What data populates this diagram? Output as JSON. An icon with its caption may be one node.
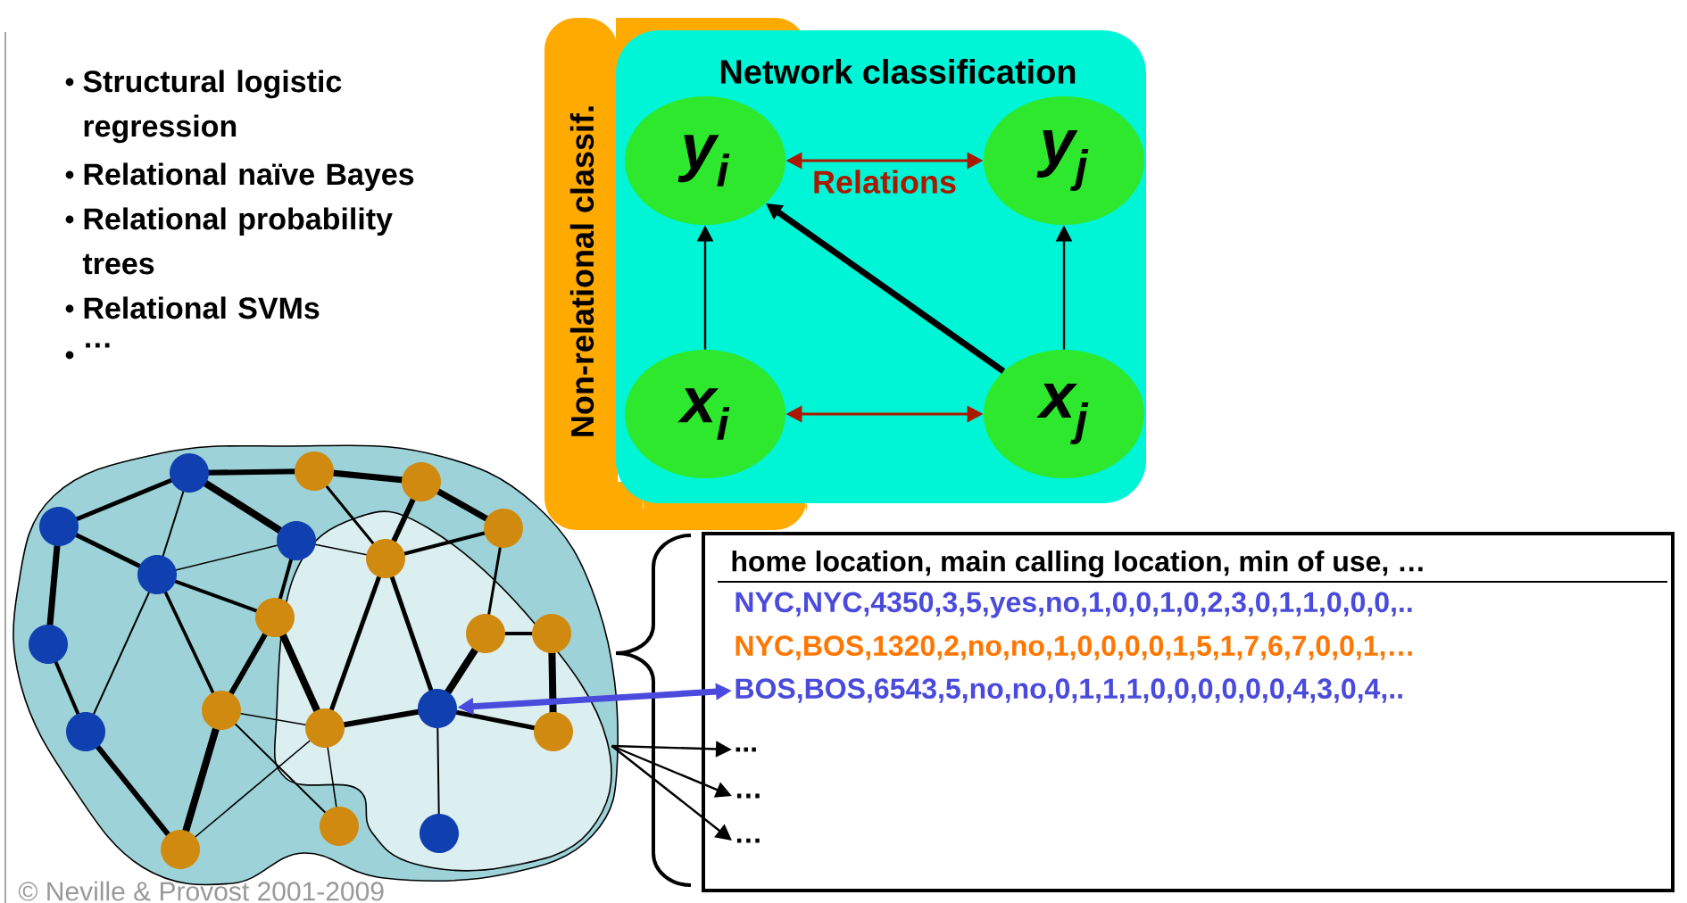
{
  "diagram": {
    "nodes": [
      {
        "text": [
          "Non-relational classif."
        ]
      },
      {
        "text": [
          "Network classification"
        ]
      },
      {
        "text": [
          "y$_{i}$"
        ],
        "in": 1
      },
      {
        "text": [
          "y$_{j}$"
        ],
        "in": 1
      },
      {
        "text": [
          "x$_{i}$"
        ],
        "in": 1
      },
      {
        "text": [
          "x$_{j}$"
        ],
        "in": 1
      },
      {
        "text": [],
        "shape": "cloud"
      },
      {
        "text": [],
        "shape": "circle",
        "in": 6
      },
      {
        "text": [
          "home location, main calling location, min of use, …"
        ]
      },
      {
        "text": [
          "NYC,NYC,4350,3,5,yes,no,1,0,0,1,0,2,3,0,1,1,0,0,0,.."
        ],
        "in": 8
      },
      {
        "text": [
          "NYC,BOS,1320,2,no,no,1,0,0,0,0,1,5,1,7,6,7,0,0,1,…"
        ],
        "in": 8
      },
      {
        "text": [
          "BOS,BOS,6543,5,no,no,0,1,1,1,0,0,0,0,0,0,4,3,0,4,.."
        ],
        "in": 8
      },
      {
        "text": [
          "..."
        ],
        "in": 8
      },
      {
        "text": [
          "…"
        ],
        "in": 8
      },
      {
        "text": [
          "…"
        ],
        "in": 8
      }
    ],
    "edges": [
      {
        "from": 4,
        "to": 2,
        "arrow": "to"
      },
      {
        "from": 5,
        "to": 3,
        "arrow": "to"
      },
      {
        "from": 5,
        "to": 2,
        "arrow": "to",
        "style": "thick"
      },
      {
        "from": 2,
        "to": 3,
        "arrow": "both",
        "color": "#aa1a00",
        "label": "Relations"
      },
      {
        "from": 4,
        "to": 5,
        "arrow": "both",
        "color": "#aa1a00"
      },
      {
        "from": 11,
        "to": 7,
        "arrow": "both",
        "color": "#4a4adc",
        "style": "thick"
      },
      {
        "from": 6,
        "to": 12,
        "arrow": "to"
      },
      {
        "from": 6,
        "to": 13,
        "arrow": "to"
      },
      {
        "from": 6,
        "to": 14,
        "arrow": "to"
      }
    ],
    "labels": [
      "Structural logistic regression",
      "Relational naïve Bayes",
      "Relational probability trees",
      "Relational SVMs",
      "…",
      "© Neville & Provost 2001-2009"
    ]
  }
}
